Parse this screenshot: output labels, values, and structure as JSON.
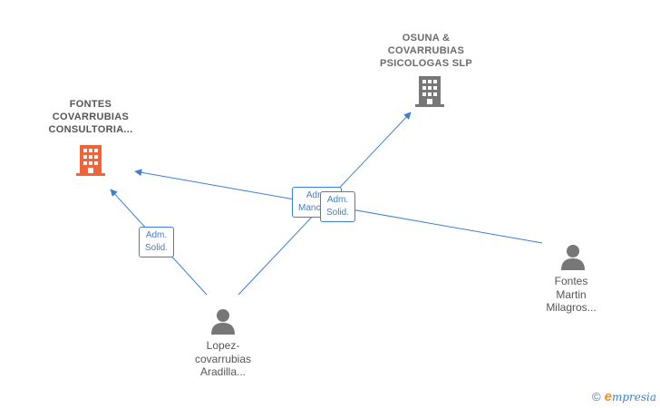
{
  "nodes": {
    "fontes_covarrubias": {
      "label": "FONTES\nCOVARRUBIAS\nCONSULTORIA...",
      "icon": "building-icon",
      "color": "#f0643a"
    },
    "osuna_covarrubias": {
      "label": "OSUNA &\nCOVARRUBIAS\nPSICOLOGAS SLP",
      "icon": "building-icon",
      "color": "#777777"
    },
    "lopez_covarrubias": {
      "label": "Lopez-\ncovarrubias\nAradilla...",
      "icon": "person-icon",
      "color": "#777777"
    },
    "fontes_martin": {
      "label": "Fontes\nMartin\nMilagros...",
      "icon": "person-icon",
      "color": "#777777"
    }
  },
  "edges": {
    "lopez_to_fontes": {
      "label": "Adm.\nSolid."
    },
    "lopez_to_osuna": {
      "label": "Adm.\nMancom."
    },
    "martin_to_fontes": {
      "label": "Adm.\nSolid."
    }
  },
  "edge_color": "#3d7fd0",
  "footer": {
    "copyright": "©",
    "brand_initial": "e",
    "brand_rest": "mpresia"
  }
}
